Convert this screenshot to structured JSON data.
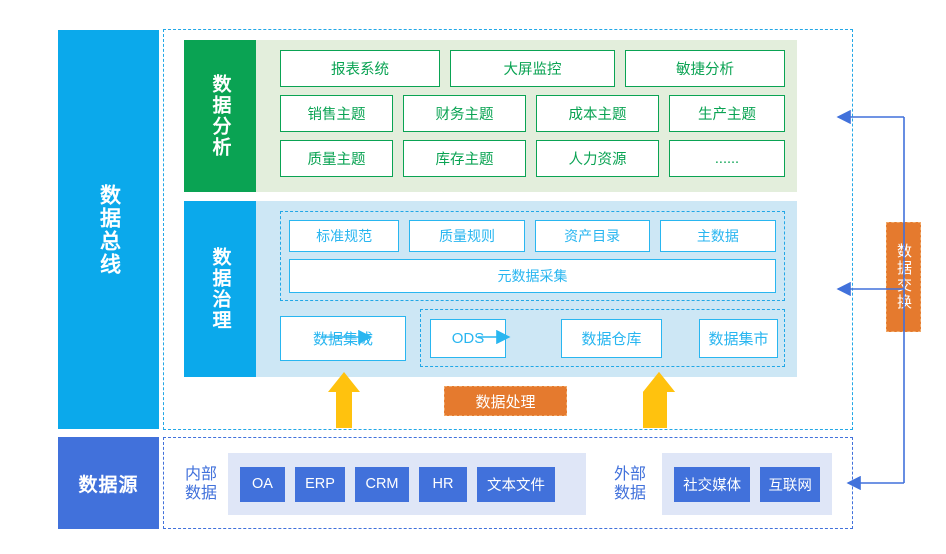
{
  "diagram": {
    "left_rail": {
      "data_bus": "数据总线",
      "data_source": "数据源"
    },
    "analysis": {
      "label": "数据分析",
      "rows": [
        [
          "报表系统",
          "大屏监控",
          "敏捷分析"
        ],
        [
          "销售主题",
          "财务主题",
          "成本主题",
          "生产主题"
        ],
        [
          "质量主题",
          "库存主题",
          "人力资源",
          "......"
        ]
      ]
    },
    "governance": {
      "label": "数据治理",
      "top_row": [
        "标准规范",
        "质量规则",
        "资产目录",
        "主数据"
      ],
      "wide_row": "元数据采集",
      "integration": "数据集成",
      "pipeline": [
        "ODS",
        "数据仓库",
        "数据集市"
      ]
    },
    "data_processing": "数据处理",
    "data_exchange": "数据交换",
    "sources": {
      "internal": {
        "label": "内部\n数据",
        "label_line1": "内部",
        "label_line2": "数据",
        "items": [
          "OA",
          "ERP",
          "CRM",
          "HR",
          "文本文件"
        ]
      },
      "external": {
        "label_line1": "外部",
        "label_line2": "数据",
        "items": [
          "社交媒体",
          "互联网"
        ]
      }
    },
    "colors": {
      "bus_blue": "#0BA9EB",
      "source_blue": "#4171DB",
      "analysis_green": "#0AA353",
      "analysis_band": "#E3EEDC",
      "governance_band": "#CDE7F5",
      "orange": "#E57A2E",
      "arrow_yellow": "#FFC20E",
      "arrow_blue": "#4171DB",
      "chip_band": "#DFE6F7"
    }
  }
}
